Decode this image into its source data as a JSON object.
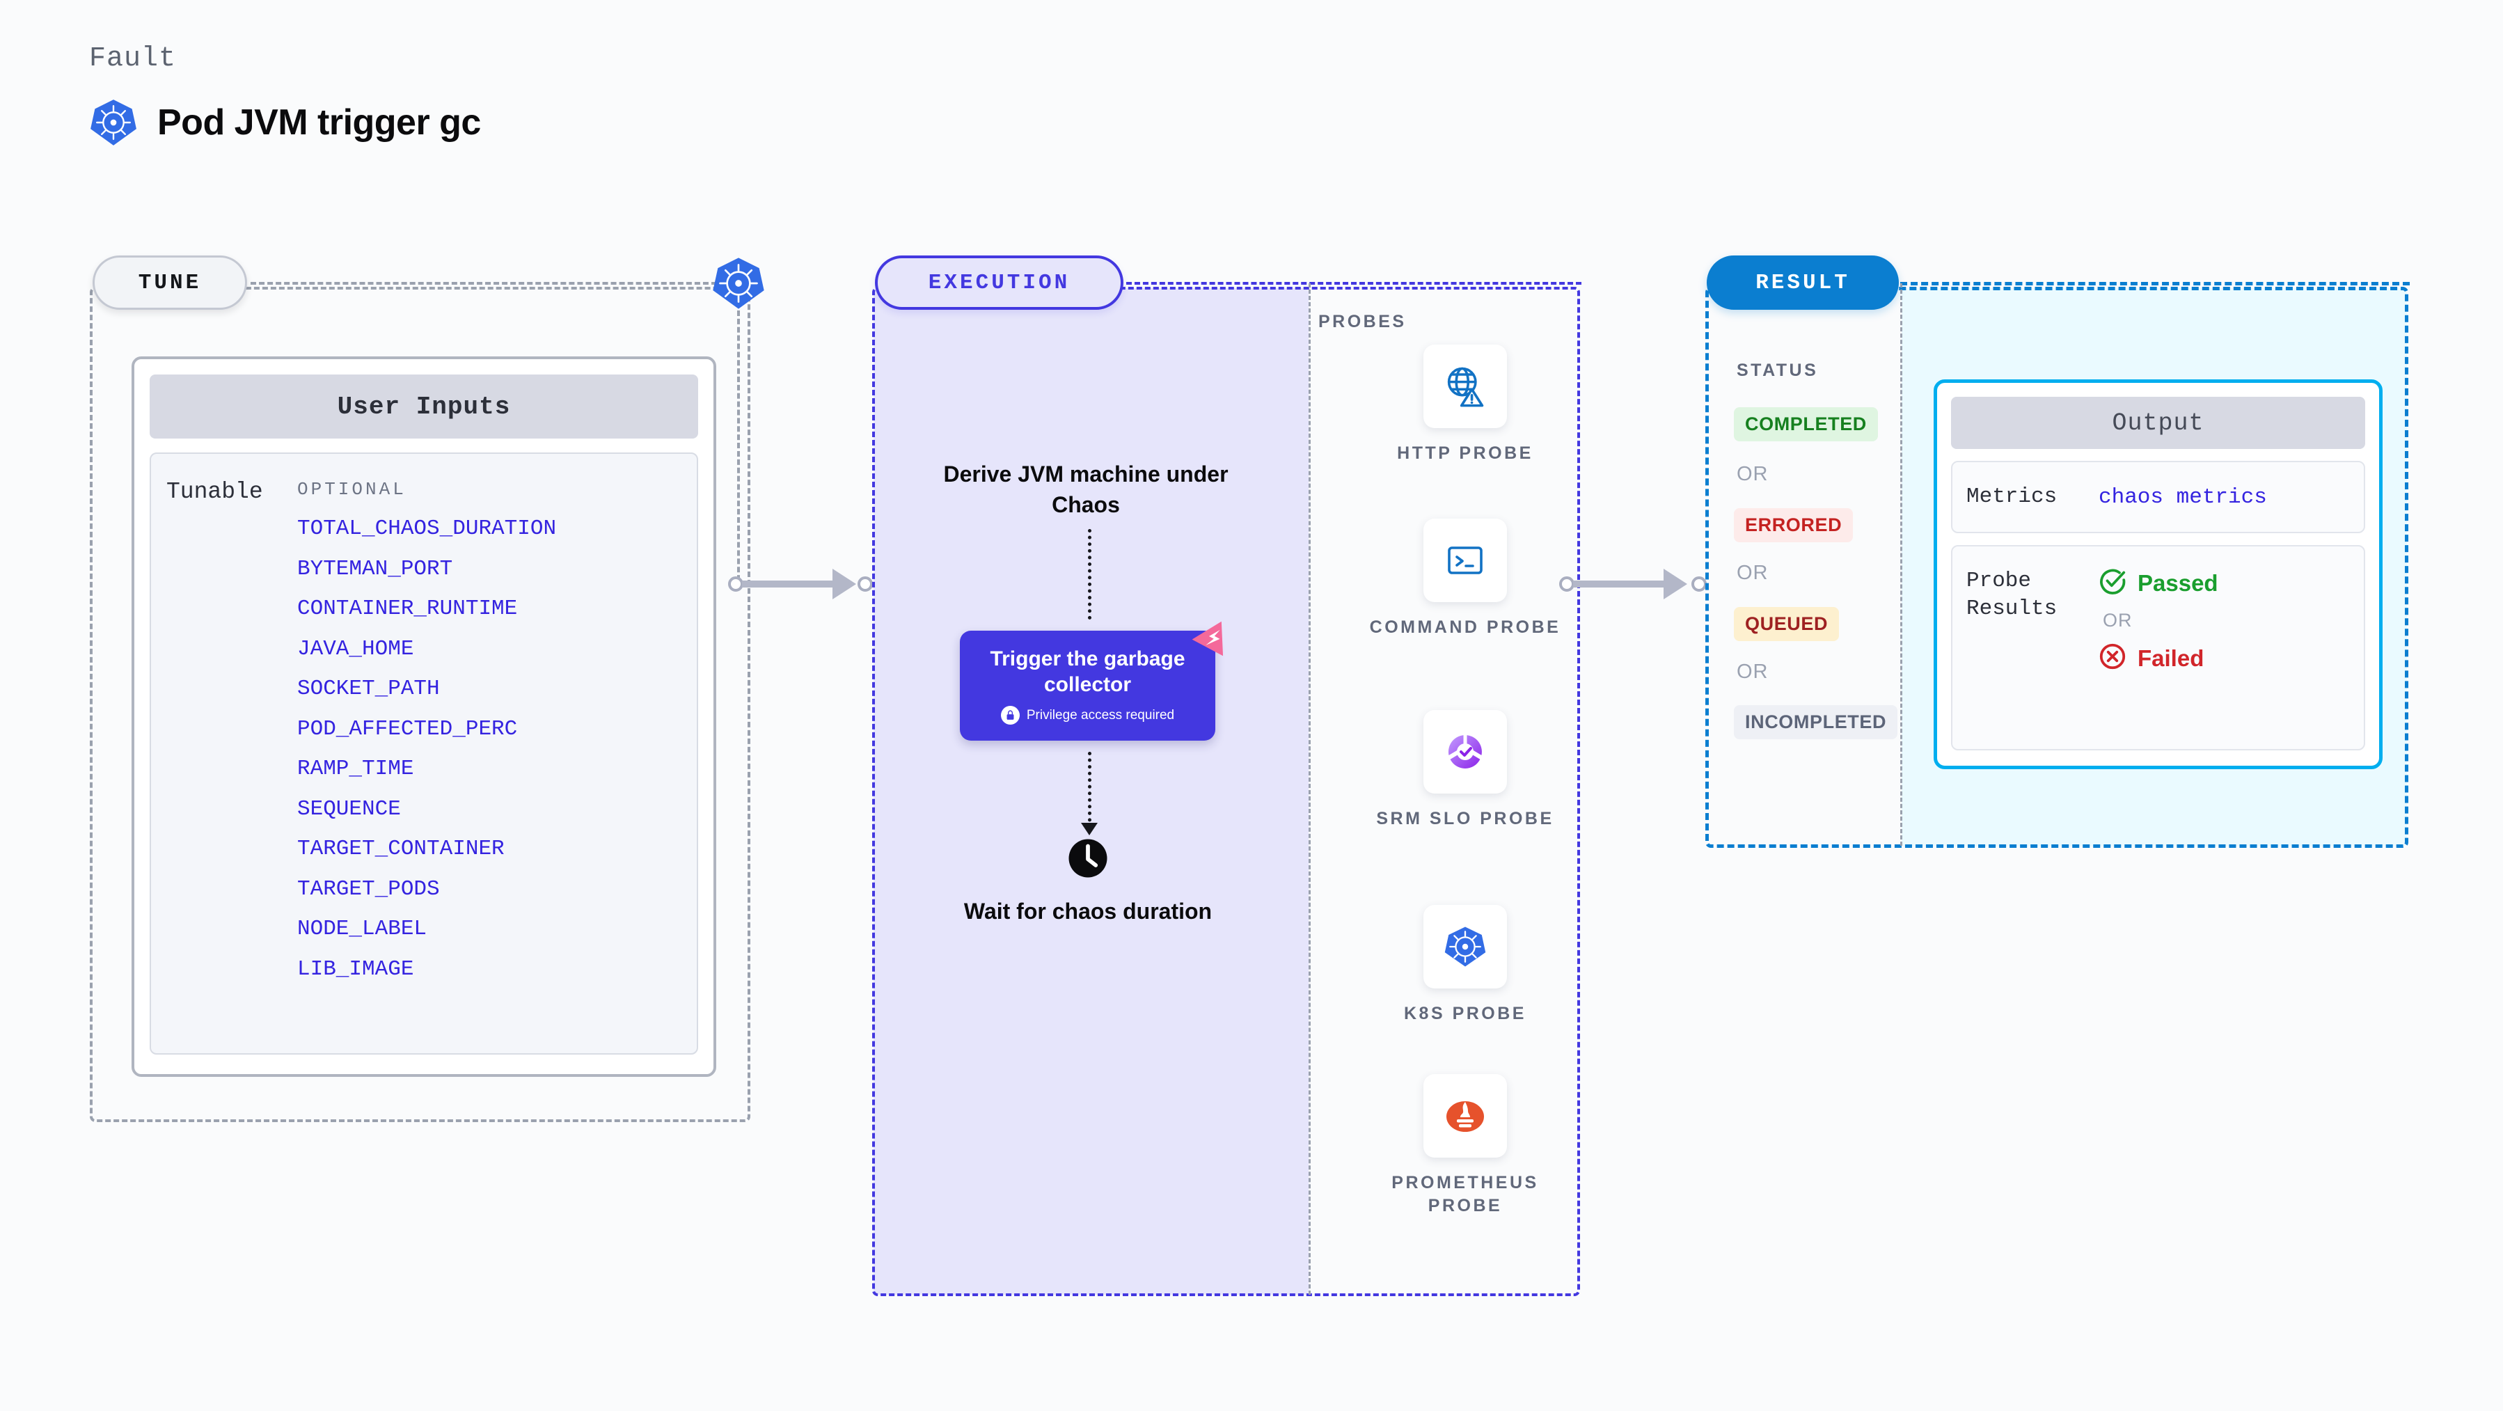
{
  "header": {
    "eyebrow": "Fault",
    "title": "Pod JVM trigger gc",
    "icon": "kubernetes-icon"
  },
  "stages": {
    "tune": {
      "label": "TUNE"
    },
    "execution": {
      "label": "EXECUTION"
    },
    "result": {
      "label": "RESULT"
    }
  },
  "tune": {
    "card_title": "User Inputs",
    "section_label": "Tunable",
    "optional_label": "OPTIONAL",
    "tunables": [
      "TOTAL_CHAOS_DURATION",
      "BYTEMAN_PORT",
      "CONTAINER_RUNTIME",
      "JAVA_HOME",
      "SOCKET_PATH",
      "POD_AFFECTED_PERC",
      "RAMP_TIME",
      "SEQUENCE",
      "TARGET_CONTAINER",
      "TARGET_PODS",
      "NODE_LABEL",
      "LIB_IMAGE"
    ]
  },
  "execution": {
    "step_derive": "Derive JVM machine under Chaos",
    "fault_node": {
      "title": "Trigger the garbage collector",
      "privilege_note": "Privilege access required",
      "privilege_icon": "lock-icon",
      "ribbon_icon": "fault-ribbon-icon"
    },
    "step_wait": "Wait for chaos duration",
    "wait_icon": "clock-icon"
  },
  "probes": {
    "heading": "PROBES",
    "items": [
      {
        "label": "HTTP PROBE",
        "icon": "globe-warning-icon"
      },
      {
        "label": "COMMAND PROBE",
        "icon": "terminal-icon"
      },
      {
        "label": "SRM SLO PROBE",
        "icon": "srm-slo-icon"
      },
      {
        "label": "K8S PROBE",
        "icon": "kubernetes-icon"
      },
      {
        "label": "PROMETHEUS PROBE",
        "icon": "prometheus-icon"
      }
    ]
  },
  "result": {
    "status_heading": "STATUS",
    "or_label": "OR",
    "statuses": [
      {
        "label": "COMPLETED",
        "bg": "#dff5e1",
        "fg": "#16801f"
      },
      {
        "label": "ERRORED",
        "bg": "#fdebea",
        "fg": "#c42221"
      },
      {
        "label": "QUEUED",
        "bg": "#fdf0cf",
        "fg": "#9e2121"
      },
      {
        "label": "INCOMPLETED",
        "bg": "#eef0f5",
        "fg": "#5c6478"
      }
    ],
    "output": {
      "title": "Output",
      "metrics_key": "Metrics",
      "metrics_value": "chaos metrics",
      "probe_results_key": "Probe Results",
      "passed_label": "Passed",
      "passed_icon": "check-circle-icon",
      "failed_label": "Failed",
      "failed_icon": "x-circle-icon",
      "or_label": "OR"
    }
  },
  "colors": {
    "tune_border": "#9aa1ae",
    "execution_accent": "#4338e0",
    "result_accent": "#0b7ed0",
    "output_accent": "#00aeef",
    "tunable_text": "#3423e0",
    "k8s_blue": "#326ce5",
    "ribbon_pink": "#f4699a"
  }
}
